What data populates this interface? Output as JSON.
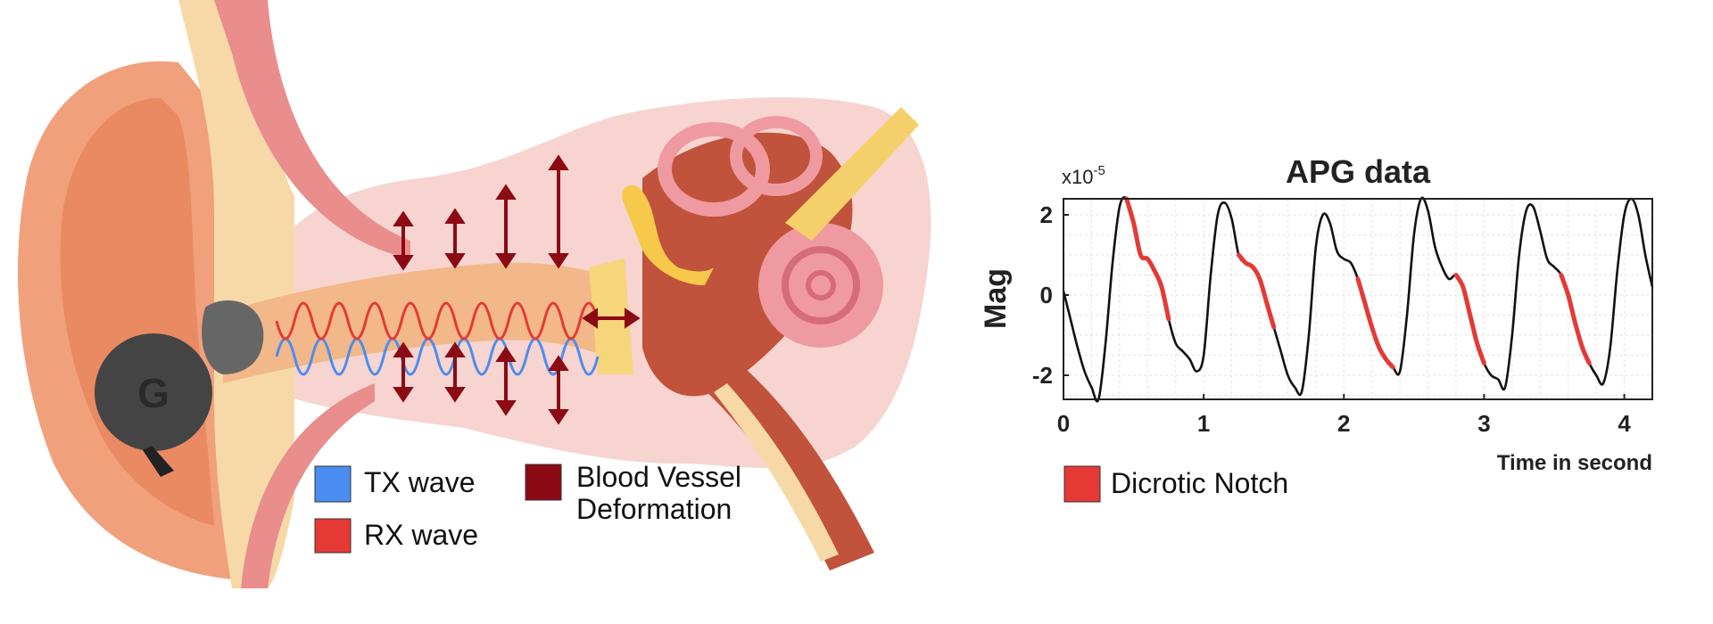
{
  "illustration": {
    "earbud_letter": "G",
    "legend": [
      {
        "label": "TX wave",
        "color": "#4a8df0"
      },
      {
        "label": "RX wave",
        "color": "#e53935"
      },
      {
        "label_line1": "Blood Vessel",
        "label_line2": "Deformation",
        "color": "#8b0a14"
      }
    ]
  },
  "chart_data": {
    "type": "line",
    "title": "APG data",
    "ylabel": "Mag",
    "xlabel": "Time in second",
    "y_multiplier": "x10",
    "y_exponent": "-5",
    "xlim": [
      0,
      4.2
    ],
    "ylim": [
      -2.6,
      2.4
    ],
    "x_ticks": [
      "0",
      "1",
      "2",
      "3",
      "4"
    ],
    "y_ticks": [
      "2",
      "0",
      "-2"
    ],
    "grid": true,
    "line_color": "#111111",
    "highlight_color": "#e53935",
    "series": [
      {
        "x": [
          0.0,
          0.05,
          0.1,
          0.15,
          0.2,
          0.25,
          0.3,
          0.35,
          0.4,
          0.45,
          0.5,
          0.55,
          0.6,
          0.65,
          0.7,
          0.75,
          0.8,
          0.85,
          0.9,
          0.95,
          1.0,
          1.05,
          1.1,
          1.15,
          1.2,
          1.25,
          1.3,
          1.35,
          1.4,
          1.45,
          1.5,
          1.55,
          1.6,
          1.65,
          1.7,
          1.75,
          1.8,
          1.85,
          1.9,
          1.95,
          2.0,
          2.05,
          2.1,
          2.15,
          2.2,
          2.25,
          2.3,
          2.35,
          2.4,
          2.45,
          2.5,
          2.55,
          2.6,
          2.65,
          2.7,
          2.75,
          2.8,
          2.85,
          2.9,
          2.95,
          3.0,
          3.05,
          3.1,
          3.15,
          3.2,
          3.25,
          3.3,
          3.35,
          3.4,
          3.45,
          3.5,
          3.55,
          3.6,
          3.65,
          3.7,
          3.75,
          3.8,
          3.85,
          3.9,
          3.95,
          4.0,
          4.05,
          4.1,
          4.15,
          4.2
        ],
        "y": [
          0.1,
          -0.6,
          -1.3,
          -1.9,
          -2.3,
          -2.6,
          -1.2,
          0.8,
          2.2,
          2.4,
          1.8,
          1.0,
          0.9,
          0.6,
          0.2,
          -0.6,
          -1.2,
          -1.4,
          -1.6,
          -1.9,
          -1.5,
          0.5,
          2.0,
          2.3,
          1.9,
          1.0,
          0.8,
          0.7,
          0.4,
          -0.2,
          -0.8,
          -1.4,
          -2.0,
          -2.3,
          -2.4,
          -1.0,
          1.2,
          2.0,
          1.8,
          1.1,
          0.9,
          0.8,
          0.4,
          -0.2,
          -0.8,
          -1.3,
          -1.6,
          -1.8,
          -1.9,
          -0.5,
          1.5,
          2.4,
          2.1,
          1.2,
          0.7,
          0.4,
          0.5,
          0.2,
          -0.5,
          -1.2,
          -1.7,
          -2.0,
          -2.1,
          -2.3,
          -1.0,
          1.0,
          2.1,
          2.2,
          1.6,
          0.9,
          0.7,
          0.5,
          0.0,
          -0.7,
          -1.3,
          -1.7,
          -2.0,
          -2.2,
          -1.3,
          0.6,
          2.0,
          2.4,
          2.0,
          1.0,
          0.2
        ],
        "highlight_ranges": [
          [
            0.45,
            0.75
          ],
          [
            1.25,
            1.5
          ],
          [
            2.1,
            2.35
          ],
          [
            2.8,
            3.0
          ],
          [
            3.55,
            3.75
          ]
        ]
      }
    ],
    "legend": [
      {
        "label": "Dicrotic Notch",
        "color": "#e53935"
      }
    ]
  }
}
